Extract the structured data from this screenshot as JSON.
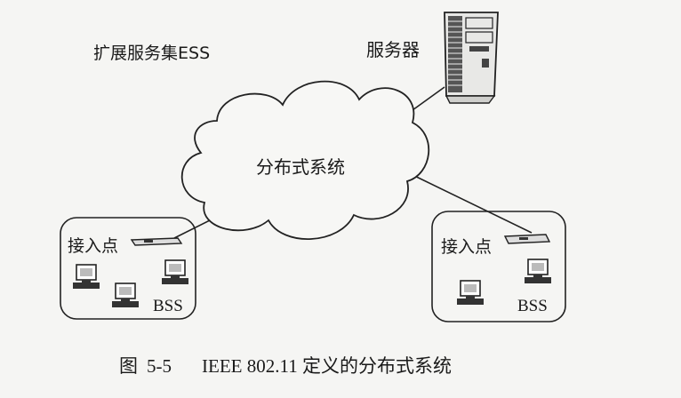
{
  "ess_label": "扩展服务集ESS",
  "server_label": "服务器",
  "cloud_label": "分布式系统",
  "bss_left": {
    "ap_label": "接入点",
    "bss_label": "BSS"
  },
  "bss_right": {
    "ap_label": "接入点",
    "bss_label": "BSS"
  },
  "caption": {
    "figure": "图",
    "number": "5-5",
    "title": "IEEE 802.11 定义的分布式系统"
  }
}
